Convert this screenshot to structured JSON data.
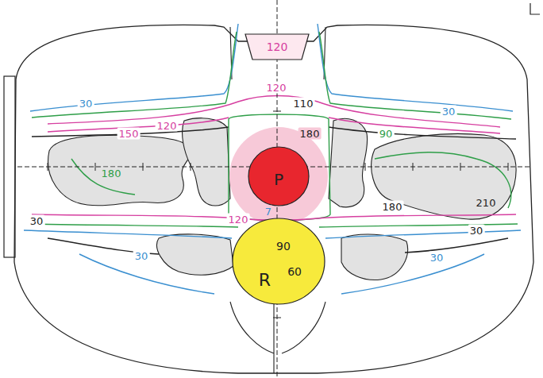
{
  "diagram": {
    "nodes": [
      {
        "text": [
          "120"
        ]
      },
      {
        "text": [
          "P"
        ]
      },
      {
        "text": [
          "90",
          "R",
          "60"
        ]
      }
    ],
    "labels": [
      "30",
      "30",
      "120",
      "110",
      "150",
      "120",
      "180",
      "180",
      "90",
      "180",
      "210",
      "120",
      "7",
      "30",
      "30",
      "30",
      "30"
    ]
  }
}
